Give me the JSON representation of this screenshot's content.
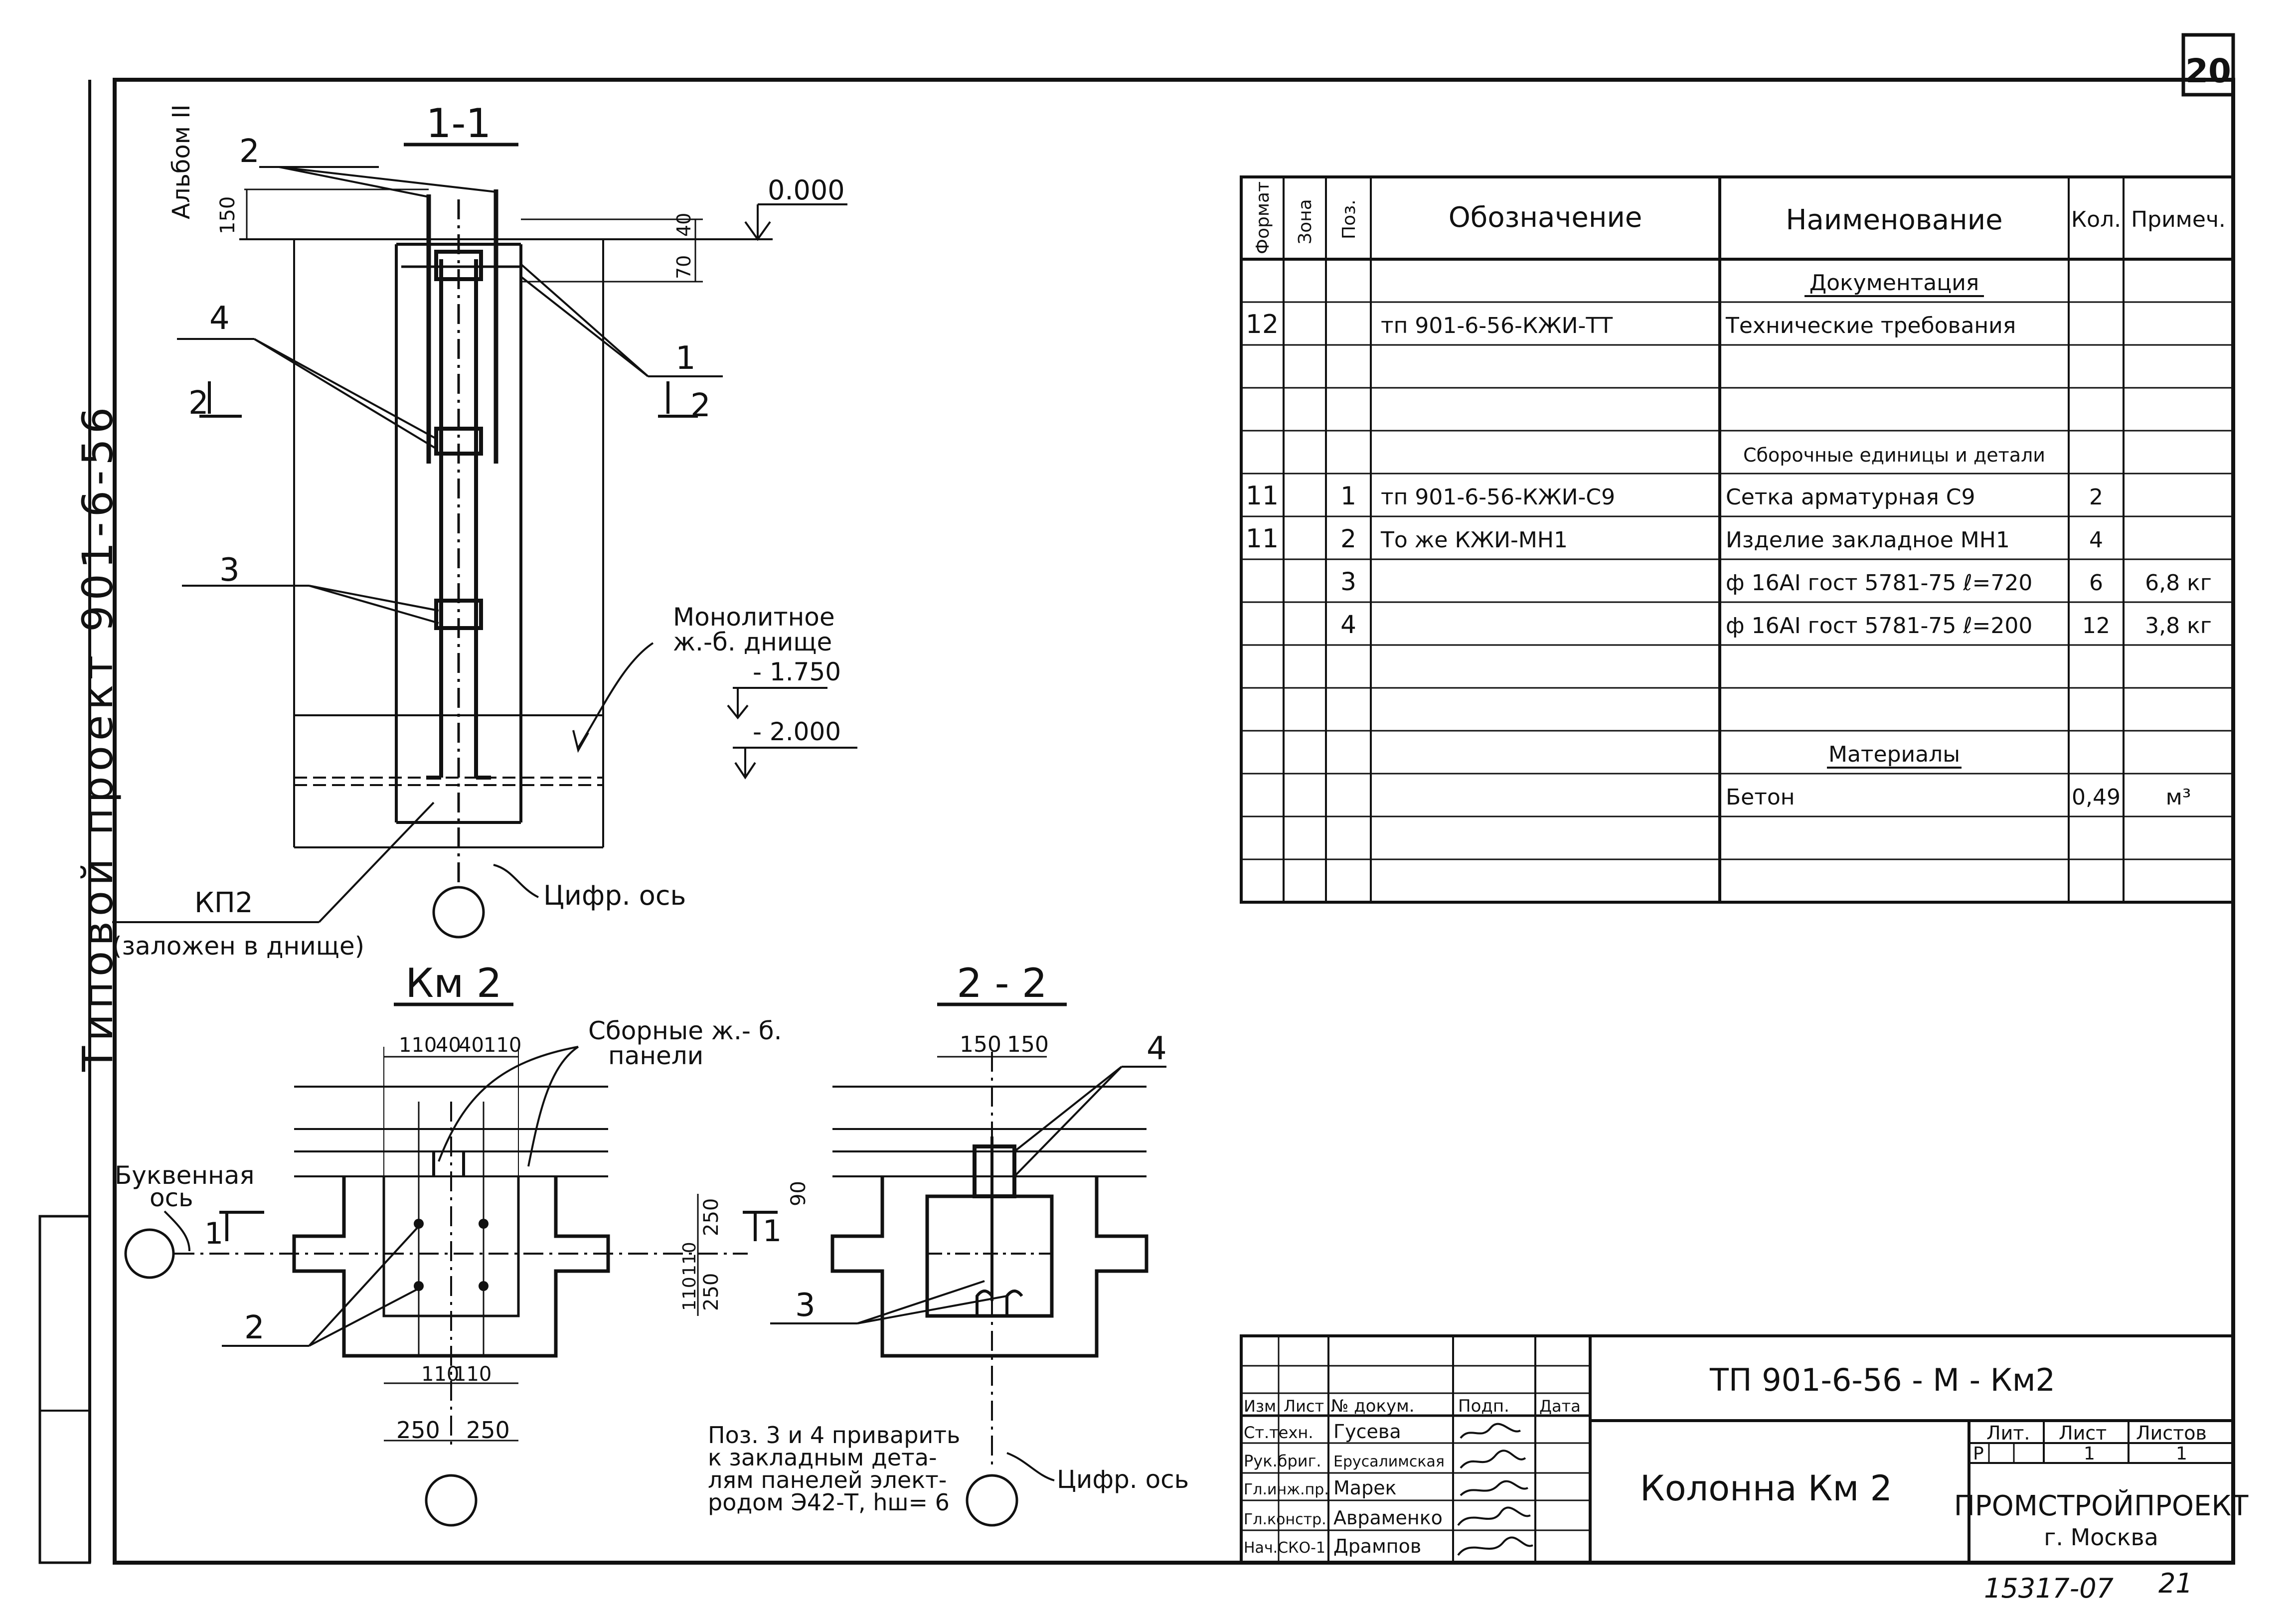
{
  "sheet_number": "20",
  "album_label": "Альбом II",
  "side_title": "Типовой проект 901-6-56",
  "section_1_1": {
    "title": "1-1",
    "marks": [
      "2",
      "4",
      "3",
      "1"
    ],
    "cut_2_left": "2",
    "cut_2_right": "2",
    "dims": [
      "150",
      "40",
      "70"
    ],
    "elev_0": "0.000",
    "slab_label": "Монолитное ж.-б. днище",
    "elev_1": "- 1.750",
    "elev_2": "- 2.000",
    "kp2_label": "КП2",
    "kp2_note": "(заложен в днище)",
    "axis_label": "Цифр. ось"
  },
  "plan_km2": {
    "title": "Км 2",
    "panels_label_1": "Сборные ж.- б.",
    "panels_label_2": "панели",
    "top_dims": [
      "110",
      "40",
      "40",
      "110"
    ],
    "right_dims": [
      "250",
      "110",
      "110",
      "250"
    ],
    "bottom_dims_inner": [
      "110",
      "110"
    ],
    "bottom_dims": [
      "250",
      "250"
    ],
    "letter_axis_1": "Буквенная",
    "letter_axis_2": "ось",
    "cut_1_left": "1",
    "cut_1_right": "1",
    "mark_2": "2"
  },
  "section_2_2": {
    "title": "2 - 2",
    "top_dims": [
      "150",
      "150"
    ],
    "dim_90": "90",
    "mark_4": "4",
    "mark_3": "3",
    "axis_label": "Цифр. ось"
  },
  "weld_note": [
    "Поз. 3 и 4 приварить",
    "к закладным дета-",
    "лям панелей элект-",
    "родом Э42-Т, hш= 6"
  ],
  "spec_table": {
    "headers": [
      "Формат",
      "Зона",
      "Поз.",
      "Обозначение",
      "Наименование",
      "Кол.",
      "Примеч."
    ],
    "rows": [
      {
        "format": "",
        "zone": "",
        "pos": "",
        "designation": "",
        "name": "Документация",
        "qty": "",
        "note": ""
      },
      {
        "format": "12",
        "zone": "",
        "pos": "",
        "designation": "тп 901-6-56-КЖИ-ТТ",
        "name": "Технические требования",
        "qty": "",
        "note": ""
      },
      {
        "format": "",
        "zone": "",
        "pos": "",
        "designation": "",
        "name": "",
        "qty": "",
        "note": ""
      },
      {
        "format": "",
        "zone": "",
        "pos": "",
        "designation": "",
        "name": "",
        "qty": "",
        "note": ""
      },
      {
        "format": "",
        "zone": "",
        "pos": "",
        "designation": "",
        "name": "Сборочные единицы и детали",
        "qty": "",
        "note": ""
      },
      {
        "format": "11",
        "zone": "",
        "pos": "1",
        "designation": "тп 901-6-56-КЖИ-С9",
        "name": "Сетка арматурная С9",
        "qty": "2",
        "note": ""
      },
      {
        "format": "11",
        "zone": "",
        "pos": "2",
        "designation": "То же    КЖИ-МН1",
        "name": "Изделие закладное МН1",
        "qty": "4",
        "note": ""
      },
      {
        "format": "",
        "zone": "",
        "pos": "3",
        "designation": "",
        "name": "ф 16АI гост 5781-75 ℓ=720",
        "qty": "6",
        "note": "6,8 кг"
      },
      {
        "format": "",
        "zone": "",
        "pos": "4",
        "designation": "",
        "name": "ф 16АI гост 5781-75 ℓ=200",
        "qty": "12",
        "note": "3,8 кг"
      },
      {
        "format": "",
        "zone": "",
        "pos": "",
        "designation": "",
        "name": "",
        "qty": "",
        "note": ""
      },
      {
        "format": "",
        "zone": "",
        "pos": "",
        "designation": "",
        "name": "",
        "qty": "",
        "note": ""
      },
      {
        "format": "",
        "zone": "",
        "pos": "",
        "designation": "",
        "name": "Материалы",
        "qty": "",
        "note": ""
      },
      {
        "format": "",
        "zone": "",
        "pos": "",
        "designation": "",
        "name": "Бетон",
        "qty": "0,49",
        "note": "м³"
      },
      {
        "format": "",
        "zone": "",
        "pos": "",
        "designation": "",
        "name": "",
        "qty": "",
        "note": ""
      },
      {
        "format": "",
        "zone": "",
        "pos": "",
        "designation": "",
        "name": "",
        "qty": "",
        "note": ""
      }
    ]
  },
  "title_block": {
    "doc_code": "ТП 901-6-56 - М  - Км2",
    "col_headers": [
      "Изм",
      "Лист",
      "№ докум.",
      "Подп.",
      "Дата"
    ],
    "staff": [
      {
        "role": "Ст.техн.",
        "name": "Гусева"
      },
      {
        "role": "Рук.бриг.",
        "name": "Ерусалимская"
      },
      {
        "role": "Гл.инж.пр.",
        "name": "Марек"
      },
      {
        "role": "Гл.констр.",
        "name": "Авраменко"
      },
      {
        "role": "Нач.СКО-1",
        "name": "Дрампов"
      }
    ],
    "item_name": "Колонна Км 2",
    "lit_label": "Лит.",
    "sheet_label": "Лист",
    "sheets_label": "Листов",
    "lit_value": "Р",
    "sheet_value": "1",
    "sheets_value": "1",
    "org": "ПРОМСТРОЙПРОЕКТ",
    "city": "г. Москва"
  },
  "footer_code": "15317-07",
  "footer_page": "21"
}
